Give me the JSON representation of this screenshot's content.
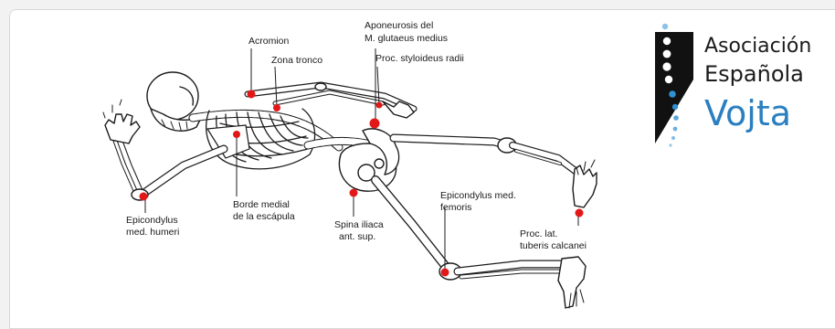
{
  "labels": {
    "acromion": "Acromion",
    "zona_tronco": "Zona tronco",
    "aponeurosis_1": "Aponeurosis del",
    "aponeurosis_2": "M. glutaeus medius",
    "proc_styloideus": "Proc. styloideus radii",
    "epicondylus_humeri_1": "Epicondylus",
    "epicondylus_humeri_2": "med. humeri",
    "borde_medial_1": "Borde medial",
    "borde_medial_2": "de la escápula",
    "spina_iliaca_1": "Spina iliaca",
    "spina_iliaca_2": "ant. sup.",
    "epicondylus_femoris_1": "Epicondylus med.",
    "epicondylus_femoris_2": "femoris",
    "proc_tuberis_1": "Proc. lat.",
    "proc_tuberis_2": "tuberis calcanei"
  },
  "logo": {
    "line1": "Asociación",
    "line2": "Española",
    "line3": "Vojta",
    "text_color": "#1b1b1b",
    "vojta_color": "#2a7fc0",
    "dot_color": "#2f8fd0",
    "dark_color": "#111111"
  },
  "colors": {
    "point": "#e21818",
    "bone_stroke": "#1c1c1c",
    "bone_fill": "#ffffff"
  }
}
